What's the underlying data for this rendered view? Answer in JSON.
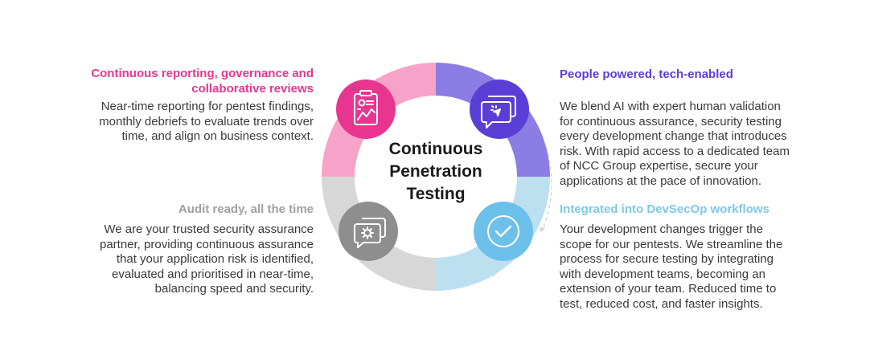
{
  "center": {
    "line1": "Continuous",
    "line2": "Penetration",
    "line3": "Testing"
  },
  "sections": {
    "reporting": {
      "title_line1": "Continuous reporting, governance and",
      "title_line2": "collaborative reviews",
      "lines": [
        "Near-time reporting for pentest findings,",
        "monthly debriefs to evaluate trends over",
        "time, and align on business context."
      ],
      "color": "#e8358f"
    },
    "audit": {
      "title": "Audit ready, all the time",
      "lines": [
        "We are your trusted security assurance",
        "partner, providing continuous assurance",
        "that your application risk is identified,",
        "evaluated and prioritised in near-time,",
        "balancing speed and security."
      ],
      "color": "#a0a0a0"
    },
    "people": {
      "title": "People powered, tech-enabled",
      "lines": [
        "We blend AI with expert human validation",
        "for continuous assurance, security testing",
        "every development change that introduces",
        "risk. With rapid access to a dedicated team",
        "of NCC Group expertise, secure your",
        "applications at the pace of innovation."
      ],
      "color": "#5a3fd6"
    },
    "integrated": {
      "title": "Integrated into DevSecOp workflows",
      "lines": [
        "Your development changes trigger the",
        "scope for our pentests. We streamline the",
        "process for secure testing by integrating",
        "with development teams, becoming an",
        "extension of your team. Reduced time to",
        "test, reduced cost, and faster insights."
      ],
      "color": "#7cc8ea"
    }
  },
  "ring": {
    "colors": {
      "top_left": "#f6a2c9",
      "top_right": "#8b7de4",
      "bottom_right": "#bde0f1",
      "bottom_left": "#d7d7d7"
    },
    "icons": {
      "top_left": {
        "name": "report-chart-icon",
        "fill": "#e8358f"
      },
      "top_right": {
        "name": "chat-spark-icon",
        "fill": "#5a3fd6"
      },
      "bottom_right": {
        "name": "checkmark-icon",
        "fill": "#6cc0ea"
      },
      "bottom_left": {
        "name": "chat-gear-icon",
        "fill": "#8e8e8e"
      }
    }
  }
}
